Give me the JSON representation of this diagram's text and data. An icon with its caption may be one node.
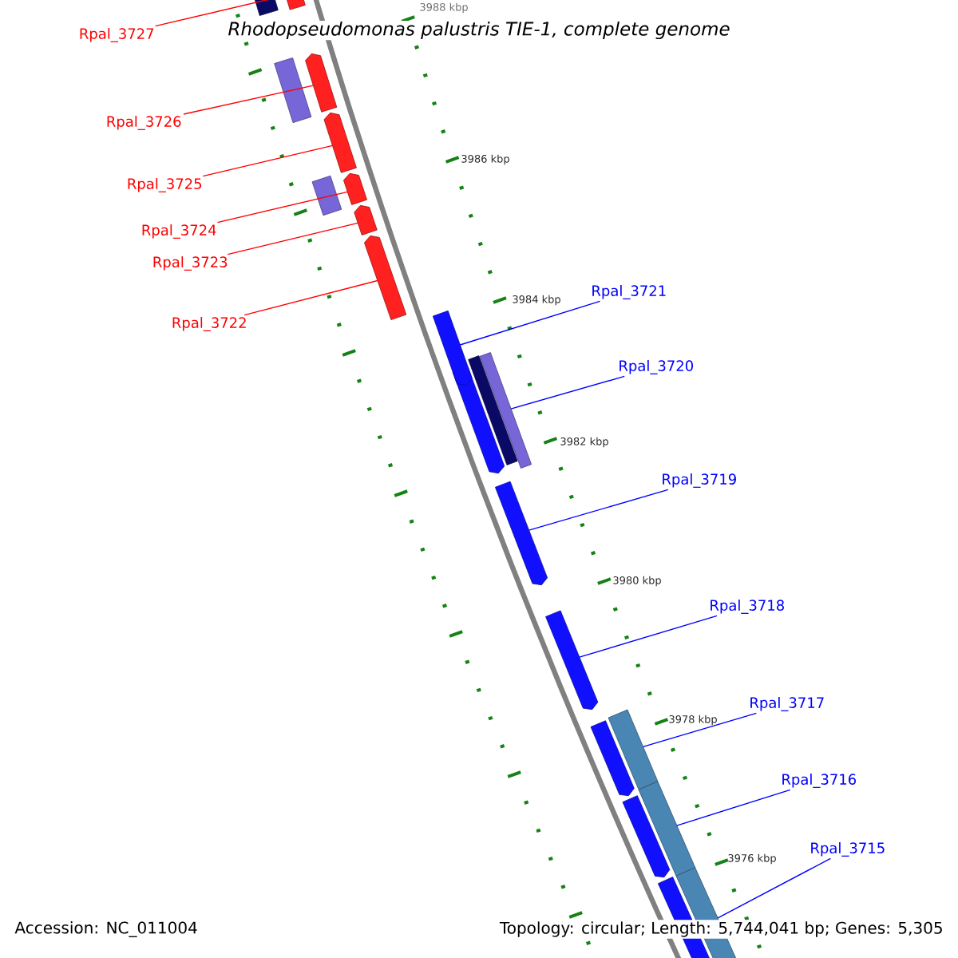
{
  "diagram": {
    "title": "*Rhodopseudomonas palustris TIE-1, complete genome*",
    "nodes": [
      {
        "text": [
          "Rpal_3727"
        ]
      },
      {
        "text": [
          "Rpal_3726"
        ]
      },
      {
        "text": [
          "Rpal_3725"
        ]
      },
      {
        "text": [
          "Rpal_3724"
        ]
      },
      {
        "text": [
          "Rpal_3723"
        ]
      },
      {
        "text": [
          "Rpal_3722"
        ]
      },
      {
        "text": [
          "Rpal_3721"
        ]
      },
      {
        "text": [
          "Rpal_3720"
        ]
      },
      {
        "text": [
          "Rpal_3719"
        ]
      },
      {
        "text": [
          "Rpal_3718"
        ]
      },
      {
        "text": [
          "Rpal_3717"
        ]
      },
      {
        "text": [
          "Rpal_3716"
        ]
      },
      {
        "text": [
          "Rpal_3715"
        ]
      },
      {
        "text": [],
        "shape": "bar"
      },
      {
        "text": [],
        "shape": "bar"
      },
      {
        "text": [],
        "shape": "bar"
      },
      {
        "text": [],
        "shape": "bar"
      },
      {
        "text": [],
        "shape": "bar"
      },
      {
        "text": [],
        "shape": "bar"
      },
      {
        "text": [],
        "shape": "bar"
      },
      {
        "text": [],
        "shape": "bar"
      },
      {
        "text": [],
        "shape": "bar"
      },
      {
        "text": [],
        "shape": "bar"
      },
      {
        "text": [],
        "shape": "bar"
      },
      {
        "text": [],
        "shape": "bar"
      },
      {
        "text": [],
        "shape": "bar"
      }
    ],
    "edges": [
      {
        "from": 0,
        "to": 13,
        "arrow": "none",
        "color": "#ff0000"
      },
      {
        "from": 1,
        "to": 14,
        "arrow": "none",
        "color": "#ff0000"
      },
      {
        "from": 2,
        "to": 15,
        "arrow": "none",
        "color": "#ff0000"
      },
      {
        "from": 3,
        "to": 16,
        "arrow": "none",
        "color": "#ff0000"
      },
      {
        "from": 4,
        "to": 17,
        "arrow": "none",
        "color": "#ff0000"
      },
      {
        "from": 5,
        "to": 18,
        "arrow": "none",
        "color": "#ff0000"
      },
      {
        "from": 6,
        "to": 19,
        "arrow": "none"
      },
      {
        "from": 7,
        "to": 20,
        "arrow": "none"
      },
      {
        "from": 8,
        "to": 21,
        "arrow": "none"
      },
      {
        "from": 9,
        "to": 22,
        "arrow": "none"
      },
      {
        "from": 10,
        "to": 23,
        "arrow": "none"
      },
      {
        "from": 11,
        "to": 24,
        "arrow": "none"
      },
      {
        "from": 12,
        "to": 25,
        "arrow": "none"
      }
    ],
    "labels": [
      "3988 kbp",
      "3986 kbp",
      "3984 kbp",
      "3982 kbp",
      "3980 kbp",
      "3978 kbp",
      "3976 kbp",
      "Accession: NC_011004",
      "Topology: circular; Length: 5,744,041 bp; Genes: 5,305"
    ]
  }
}
